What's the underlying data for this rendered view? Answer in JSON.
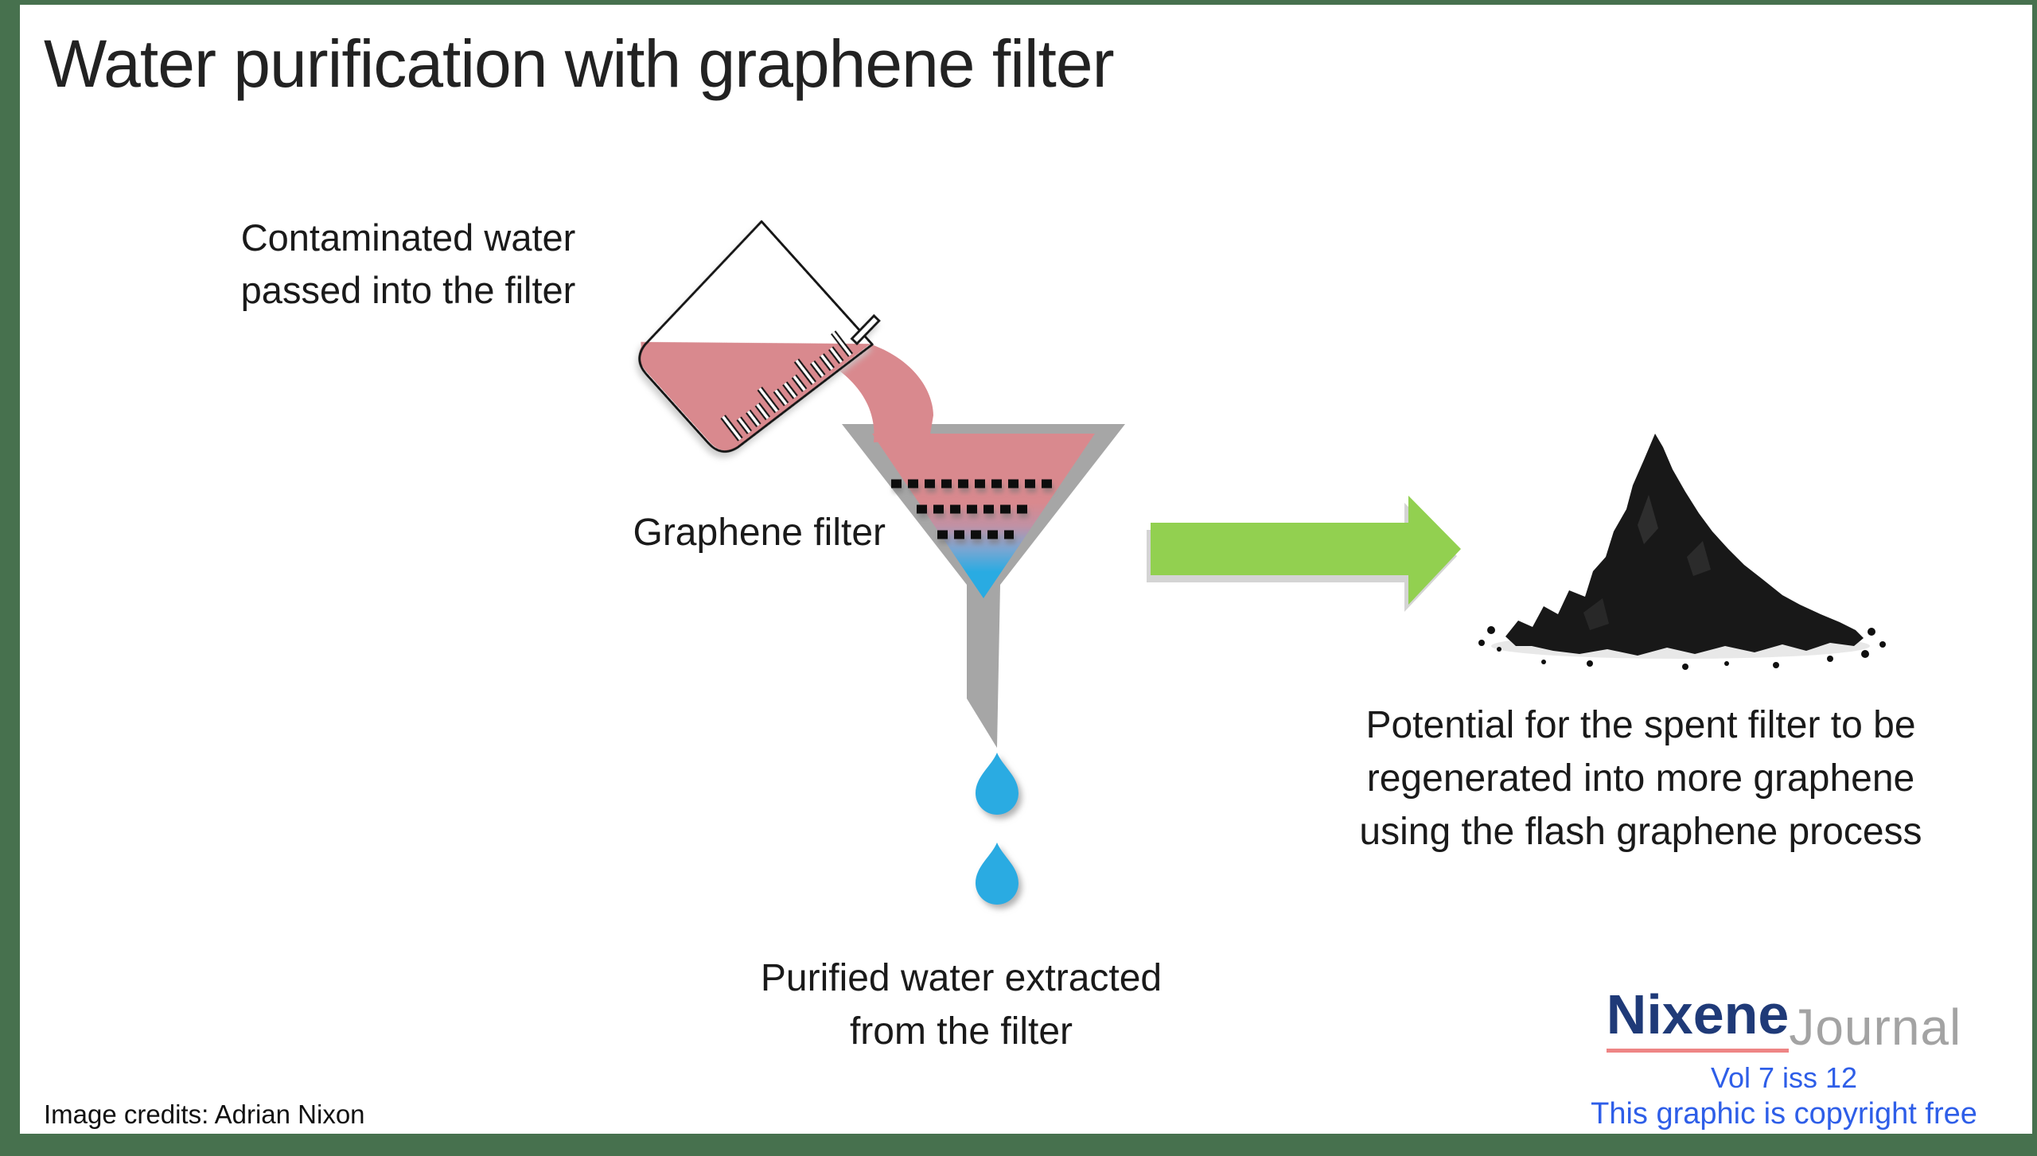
{
  "slide": {
    "title": "Water purification with graphene filter",
    "credits": "Image credits: Adrian Nixon"
  },
  "labels": {
    "contaminated": {
      "line1": "Contaminated water",
      "line2": "passed into the filter"
    },
    "graphene_filter": "Graphene filter",
    "purified": {
      "line1": "Purified water extracted",
      "line2": "from the filter"
    },
    "regeneration": {
      "line1": "Potential for the spent filter to be",
      "line2": "regenerated into more graphene",
      "line3": "using the flash graphene process"
    }
  },
  "logo": {
    "brand": "Nixene",
    "suffix": "Journal",
    "volume": "Vol 7 iss 12",
    "copyright_note": "This graphic is copyright free"
  },
  "icons": {
    "beaker": "beaker-pouring-contaminated-water",
    "funnel": "funnel-with-graphene-filter-layers",
    "drops": "purified-water-drops",
    "arrow": "right-arrow",
    "pile": "graphene-powder-pile"
  },
  "colors": {
    "border_green": "#47714e",
    "contaminated_pink": "#d9898e",
    "funnel_gray": "#a6a6a6",
    "water_blue": "#29abe2",
    "arrow_green": "#92d050",
    "graphene_black": "#181818",
    "brand_navy": "#1f3a78",
    "brand_gray": "#a3a3a3",
    "brand_underline": "#ee8585",
    "footer_blue": "#2e5ee8",
    "text_black": "#1a1a1a"
  }
}
